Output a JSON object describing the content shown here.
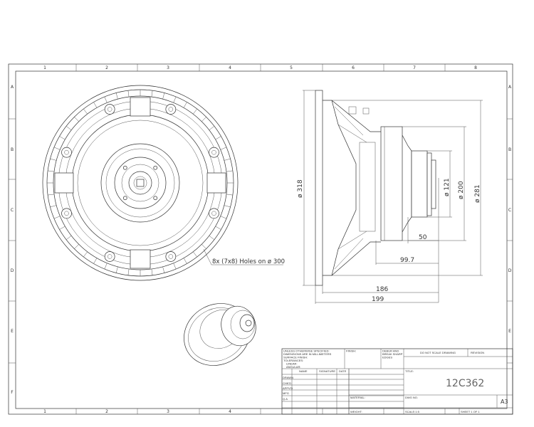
{
  "frame": {
    "columns": [
      "1",
      "2",
      "3",
      "4",
      "5",
      "6",
      "7",
      "8"
    ],
    "rows": [
      "A",
      "B",
      "C",
      "D",
      "E",
      "F"
    ]
  },
  "front_view": {
    "hole_note": "8x (7x8) Holes on ø 300"
  },
  "side_view": {
    "dimensions": {
      "d318": "ø 318",
      "d281": "ø 281",
      "d200": "ø 200",
      "d121": "ø 121",
      "l50": "50",
      "l99_7": "99.7",
      "l186": "186",
      "l199": "199"
    }
  },
  "title_block": {
    "unless_note": [
      "UNLESS OTHERWISE SPECIFIED:",
      "DIMENSIONS ARE IN MILLIMETERS",
      "SURFACE FINISH:",
      "TOLERANCES:",
      "LINEAR:",
      "ANGULAR:"
    ],
    "finish": "FINISH:",
    "deburr": [
      "DEBUR AND",
      "BREAK SHARP",
      "EDGES"
    ],
    "do_not_scale": "DO NOT SCALE DRAWING",
    "revision": "REVISION",
    "col_name": "NAME",
    "col_signature": "SIGNATURE",
    "col_date": "DATE",
    "row_labels": [
      "DRAWN",
      "CHK'D",
      "APPV'D",
      "MFG",
      "Q.A"
    ],
    "title_label": "TITLE:",
    "title": "12C362",
    "material": "MATERIAL:",
    "dwg_no": "DWG NO.",
    "size": "A3",
    "weight": "WEIGHT:",
    "scale": "SCALE:1:5",
    "sheet": "SHEET 1 OF 1"
  }
}
